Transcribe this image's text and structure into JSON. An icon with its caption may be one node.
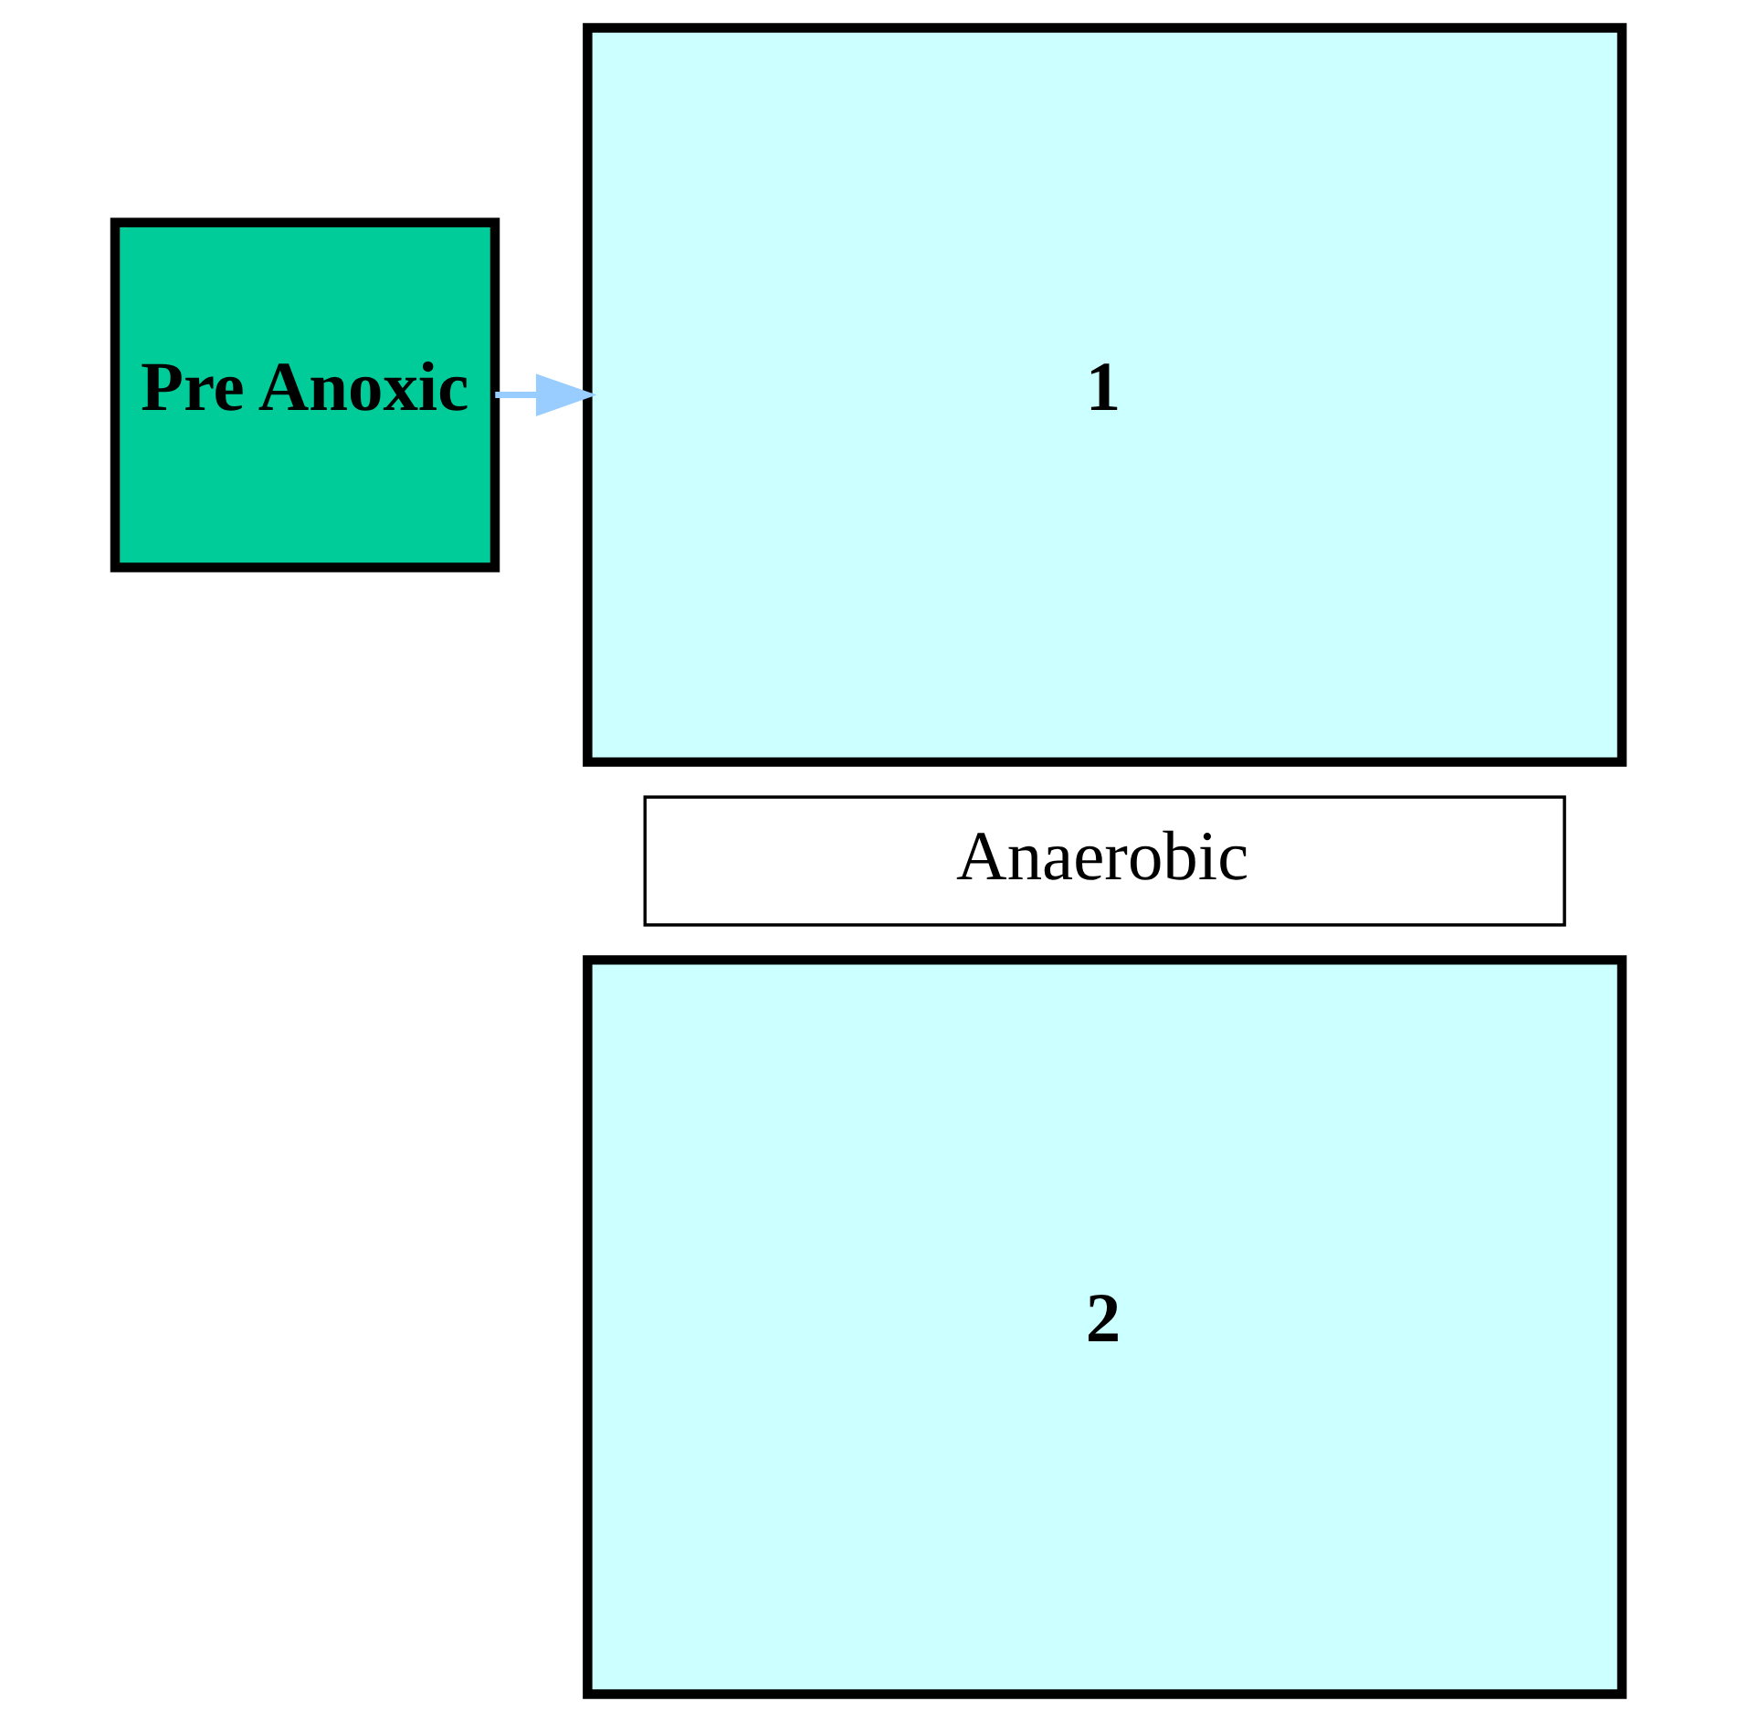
{
  "diagram": {
    "nodes": [
      {
        "text": [
          "Pre Anoxic"
        ]
      },
      {
        "text": [
          "1"
        ]
      },
      {
        "text": [
          "2"
        ]
      },
      {
        "text": [
          "Anaerobic"
        ]
      }
    ],
    "edges": [
      {
        "from": 0,
        "to": 1,
        "arrow": "to",
        "color": "#99ccff"
      }
    ]
  }
}
